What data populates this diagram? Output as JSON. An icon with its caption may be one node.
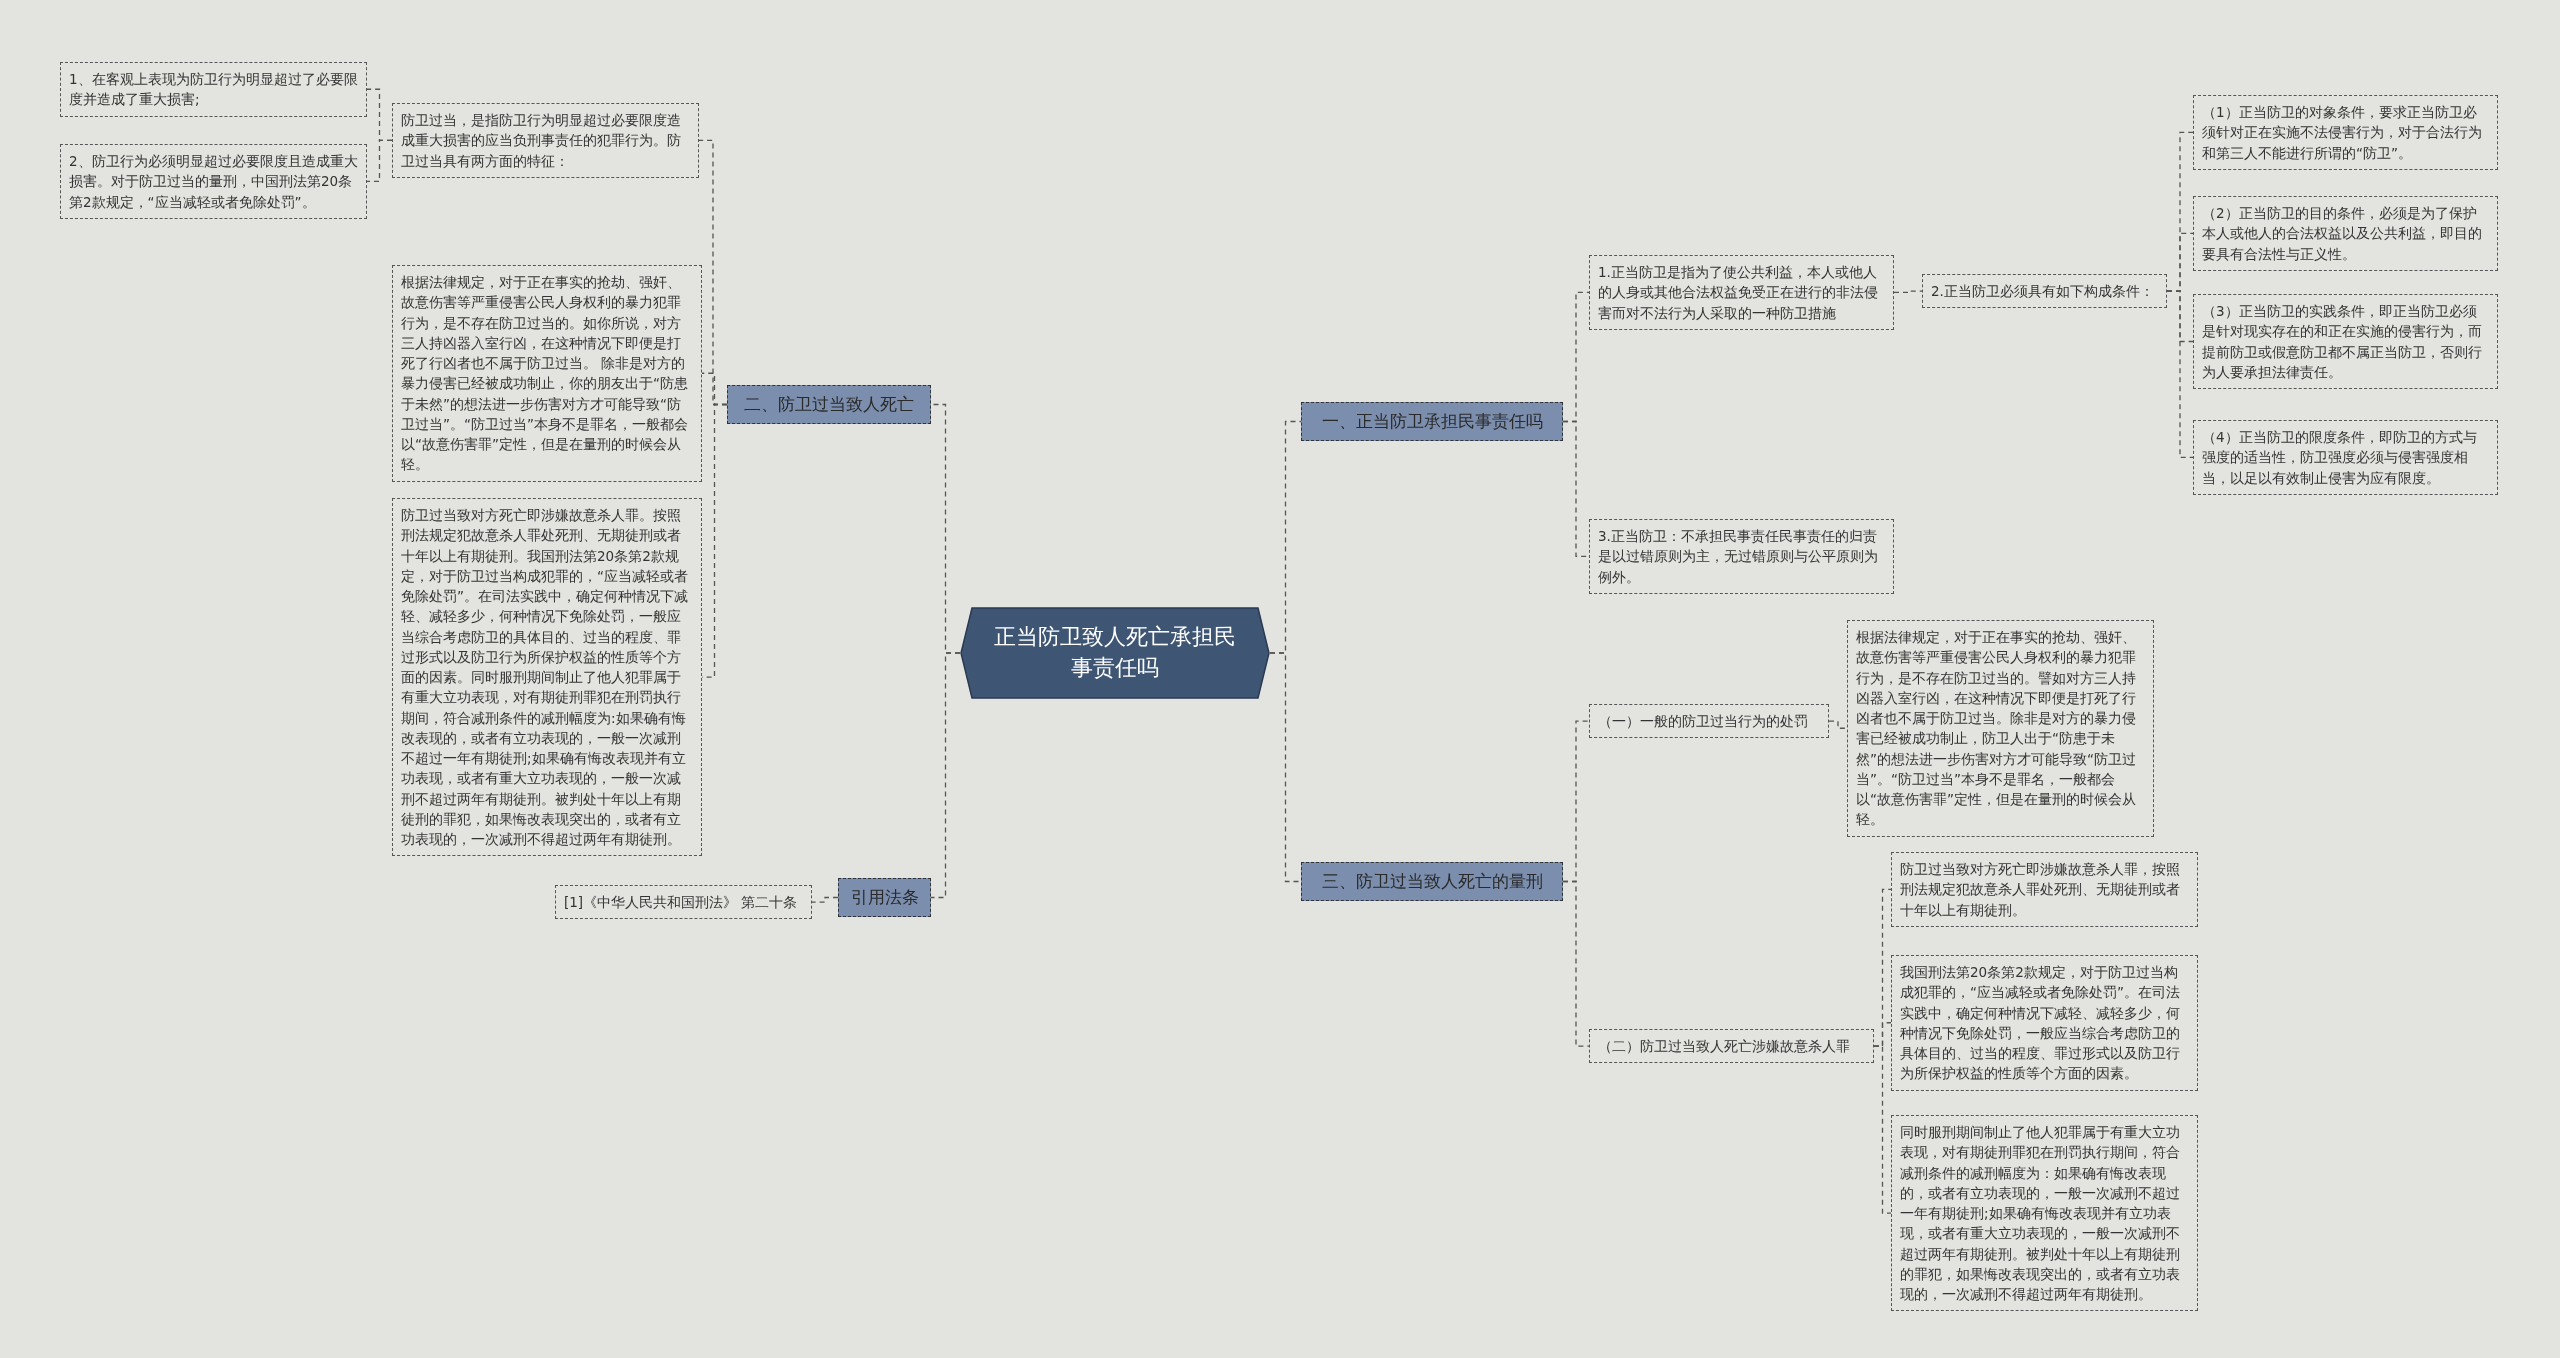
{
  "diagram": {
    "nodes": [
      {
        "text": [
          "正当防卫致人死亡承担民事责任吗"
        ]
      },
      {
        "text": [
          "一、正当防卫承担民事责任吗"
        ]
      },
      {
        "text": [
          "1.正当防卫是指为了使公共利益，本人或他人的人身或其他合法权益免受正在进行的非法侵害而对不法行为人采取的一种防卫措施"
        ]
      },
      {
        "text": [
          "2.正当防卫必须具有如下构成条件："
        ]
      },
      {
        "text": [
          "（1）正当防卫的对象条件，要求正当防卫必须针对正在实施不法侵害行为，对于合法行为和第三人不能进行所谓的“防卫”。"
        ]
      },
      {
        "text": [
          "（2）正当防卫的目的条件，必须是为了保护本人或他人的合法权益以及公共利益，即目的要具有合法性与正义性。"
        ]
      },
      {
        "text": [
          "（3）正当防卫的实践条件，即正当防卫必须是针对现实存在的和正在实施的侵害行为，而提前防卫或假意防卫都不属正当防卫，否则行为人要承担法律责任。"
        ]
      },
      {
        "text": [
          "（4）正当防卫的限度条件，即防卫的方式与强度的适当性，防卫强度必须与侵害强度相当，以足以有效制止侵害为应有限度。"
        ]
      },
      {
        "text": [
          "3.正当防卫：不承担民事责任民事责任的归责是以过错原则为主，无过错原则与公平原则为例外。"
        ]
      },
      {
        "text": [
          "三、防卫过当致人死亡的量刑"
        ]
      },
      {
        "text": [
          "（一）一般的防卫过当行为的处罚"
        ]
      },
      {
        "text": [
          "根据法律规定，对于正在事实的抢劫、强奸、故意伤害等严重侵害公民人身权利的暴力犯罪行为，是不存在防卫过当的。譬如对方三人持凶器入室行凶，在这种情况下即便是打死了行凶者也不属于防卫过当。除非是对方的暴力侵害已经被成功制止，防卫人出于“防患于未然”的想法进一步伤害对方才可能导致“防卫过当”。“防卫过当”本身不是罪名，一般都会以“故意伤害罪”定性，但是在量刑的时候会从轻。"
        ]
      },
      {
        "text": [
          "（二）防卫过当致人死亡涉嫌故意杀人罪"
        ]
      },
      {
        "text": [
          "防卫过当致对方死亡即涉嫌故意杀人罪，按照刑法规定犯故意杀人罪处死刑、无期徒刑或者十年以上有期徒刑。"
        ]
      },
      {
        "text": [
          "我国刑法第20条第2款规定，对于防卫过当构成犯罪的，“应当减轻或者免除处罚”。在司法实践中，确定何种情况下减轻、减轻多少，何种情况下免除处罚，一般应当综合考虑防卫的具体目的、过当的程度、罪过形式以及防卫行为所保护权益的性质等个方面的因素。"
        ]
      },
      {
        "text": [
          "同时服刑期间制止了他人犯罪属于有重大立功表现，对有期徒刑罪犯在刑罚执行期间，符合减刑条件的减刑幅度为：如果确有悔改表现的，或者有立功表现的，一般一次减刑不超过一年有期徒刑;如果确有悔改表现并有立功表现，或者有重大立功表现的，一般一次减刑不超过两年有期徒刑。被判处十年以上有期徒刑的罪犯，如果悔改表现突出的，或者有立功表现的，一次减刑不得超过两年有期徒刑。"
        ]
      },
      {
        "text": [
          "二、防卫过当致人死亡"
        ]
      },
      {
        "text": [
          "防卫过当，是指防卫行为明显超过必要限度造成重大损害的应当负刑事责任的犯罪行为。防卫过当具有两方面的特征："
        ]
      },
      {
        "text": [
          "1、在客观上表现为防卫行为明显超过了必要限度并造成了重大损害;"
        ]
      },
      {
        "text": [
          "2、防卫行为必须明显超过必要限度且造成重大损害。对于防卫过当的量刑，中国刑法第20条第2款规定，“应当减轻或者免除处罚”。"
        ]
      },
      {
        "text": [
          "根据法律规定，对于正在事实的抢劫、强奸、故意伤害等严重侵害公民人身权利的暴力犯罪行为，是不存在防卫过当的。如你所说，对方三人持凶器入室行凶，在这种情况下即便是打死了行凶者也不属于防卫过当。 除非是对方的暴力侵害已经被成功制止，你的朋友出于“防患于未然”的想法进一步伤害对方才可能导致“防卫过当”。“防卫过当”本身不是罪名，一般都会以“故意伤害罪”定性，但是在量刑的时候会从轻。"
        ]
      },
      {
        "text": [
          "防卫过当致对方死亡即涉嫌故意杀人罪。按照刑法规定犯故意杀人罪处死刑、无期徒刑或者十年以上有期徒刑。我国刑法第20条第2款规定，对于防卫过当构成犯罪的，“应当减轻或者免除处罚”。在司法实践中，确定何种情况下减轻、减轻多少，何种情况下免除处罚，一般应当综合考虑防卫的具体目的、过当的程度、罪过形式以及防卫行为所保护权益的性质等个方面的因素。同时服刑期间制止了他人犯罪属于有重大立功表现，对有期徒刑罪犯在刑罚执行期间，符合减刑条件的减刑幅度为:如果确有悔改表现的，或者有立功表现的，一般一次减刑不超过一年有期徒刑;如果确有悔改表现并有立功表现，或者有重大立功表现的，一般一次减刑不超过两年有期徒刑。被判处十年以上有期徒刑的罪犯，如果悔改表现突出的，或者有立功表现的，一次减刑不得超过两年有期徒刑。"
        ]
      },
      {
        "text": [
          "引用法条"
        ]
      },
      {
        "text": [
          "[1]《中华人民共和国刑法》 第二十条"
        ]
      }
    ],
    "edges": [
      {
        "from": 0,
        "to": 1,
        "arrow": "none"
      },
      {
        "from": 1,
        "to": 2,
        "arrow": "none"
      },
      {
        "from": 2,
        "to": 3,
        "arrow": "none"
      },
      {
        "from": 3,
        "to": 4,
        "arrow": "none"
      },
      {
        "from": 3,
        "to": 5,
        "arrow": "none"
      },
      {
        "from": 3,
        "to": 6,
        "arrow": "none"
      },
      {
        "from": 3,
        "to": 7,
        "arrow": "none"
      },
      {
        "from": 1,
        "to": 8,
        "arrow": "none"
      },
      {
        "from": 0,
        "to": 9,
        "arrow": "none"
      },
      {
        "from": 9,
        "to": 10,
        "arrow": "none"
      },
      {
        "from": 10,
        "to": 11,
        "arrow": "none"
      },
      {
        "from": 9,
        "to": 12,
        "arrow": "none"
      },
      {
        "from": 12,
        "to": 13,
        "arrow": "none"
      },
      {
        "from": 12,
        "to": 14,
        "arrow": "none"
      },
      {
        "from": 12,
        "to": 15,
        "arrow": "none"
      },
      {
        "from": 0,
        "to": 16,
        "arrow": "none"
      },
      {
        "from": 16,
        "to": 17,
        "arrow": "none"
      },
      {
        "from": 17,
        "to": 18,
        "arrow": "none"
      },
      {
        "from": 17,
        "to": 19,
        "arrow": "none"
      },
      {
        "from": 16,
        "to": 20,
        "arrow": "none"
      },
      {
        "from": 16,
        "to": 21,
        "arrow": "none"
      },
      {
        "from": 0,
        "to": 22,
        "arrow": "none"
      },
      {
        "from": 22,
        "to": 23,
        "arrow": "none"
      }
    ]
  }
}
